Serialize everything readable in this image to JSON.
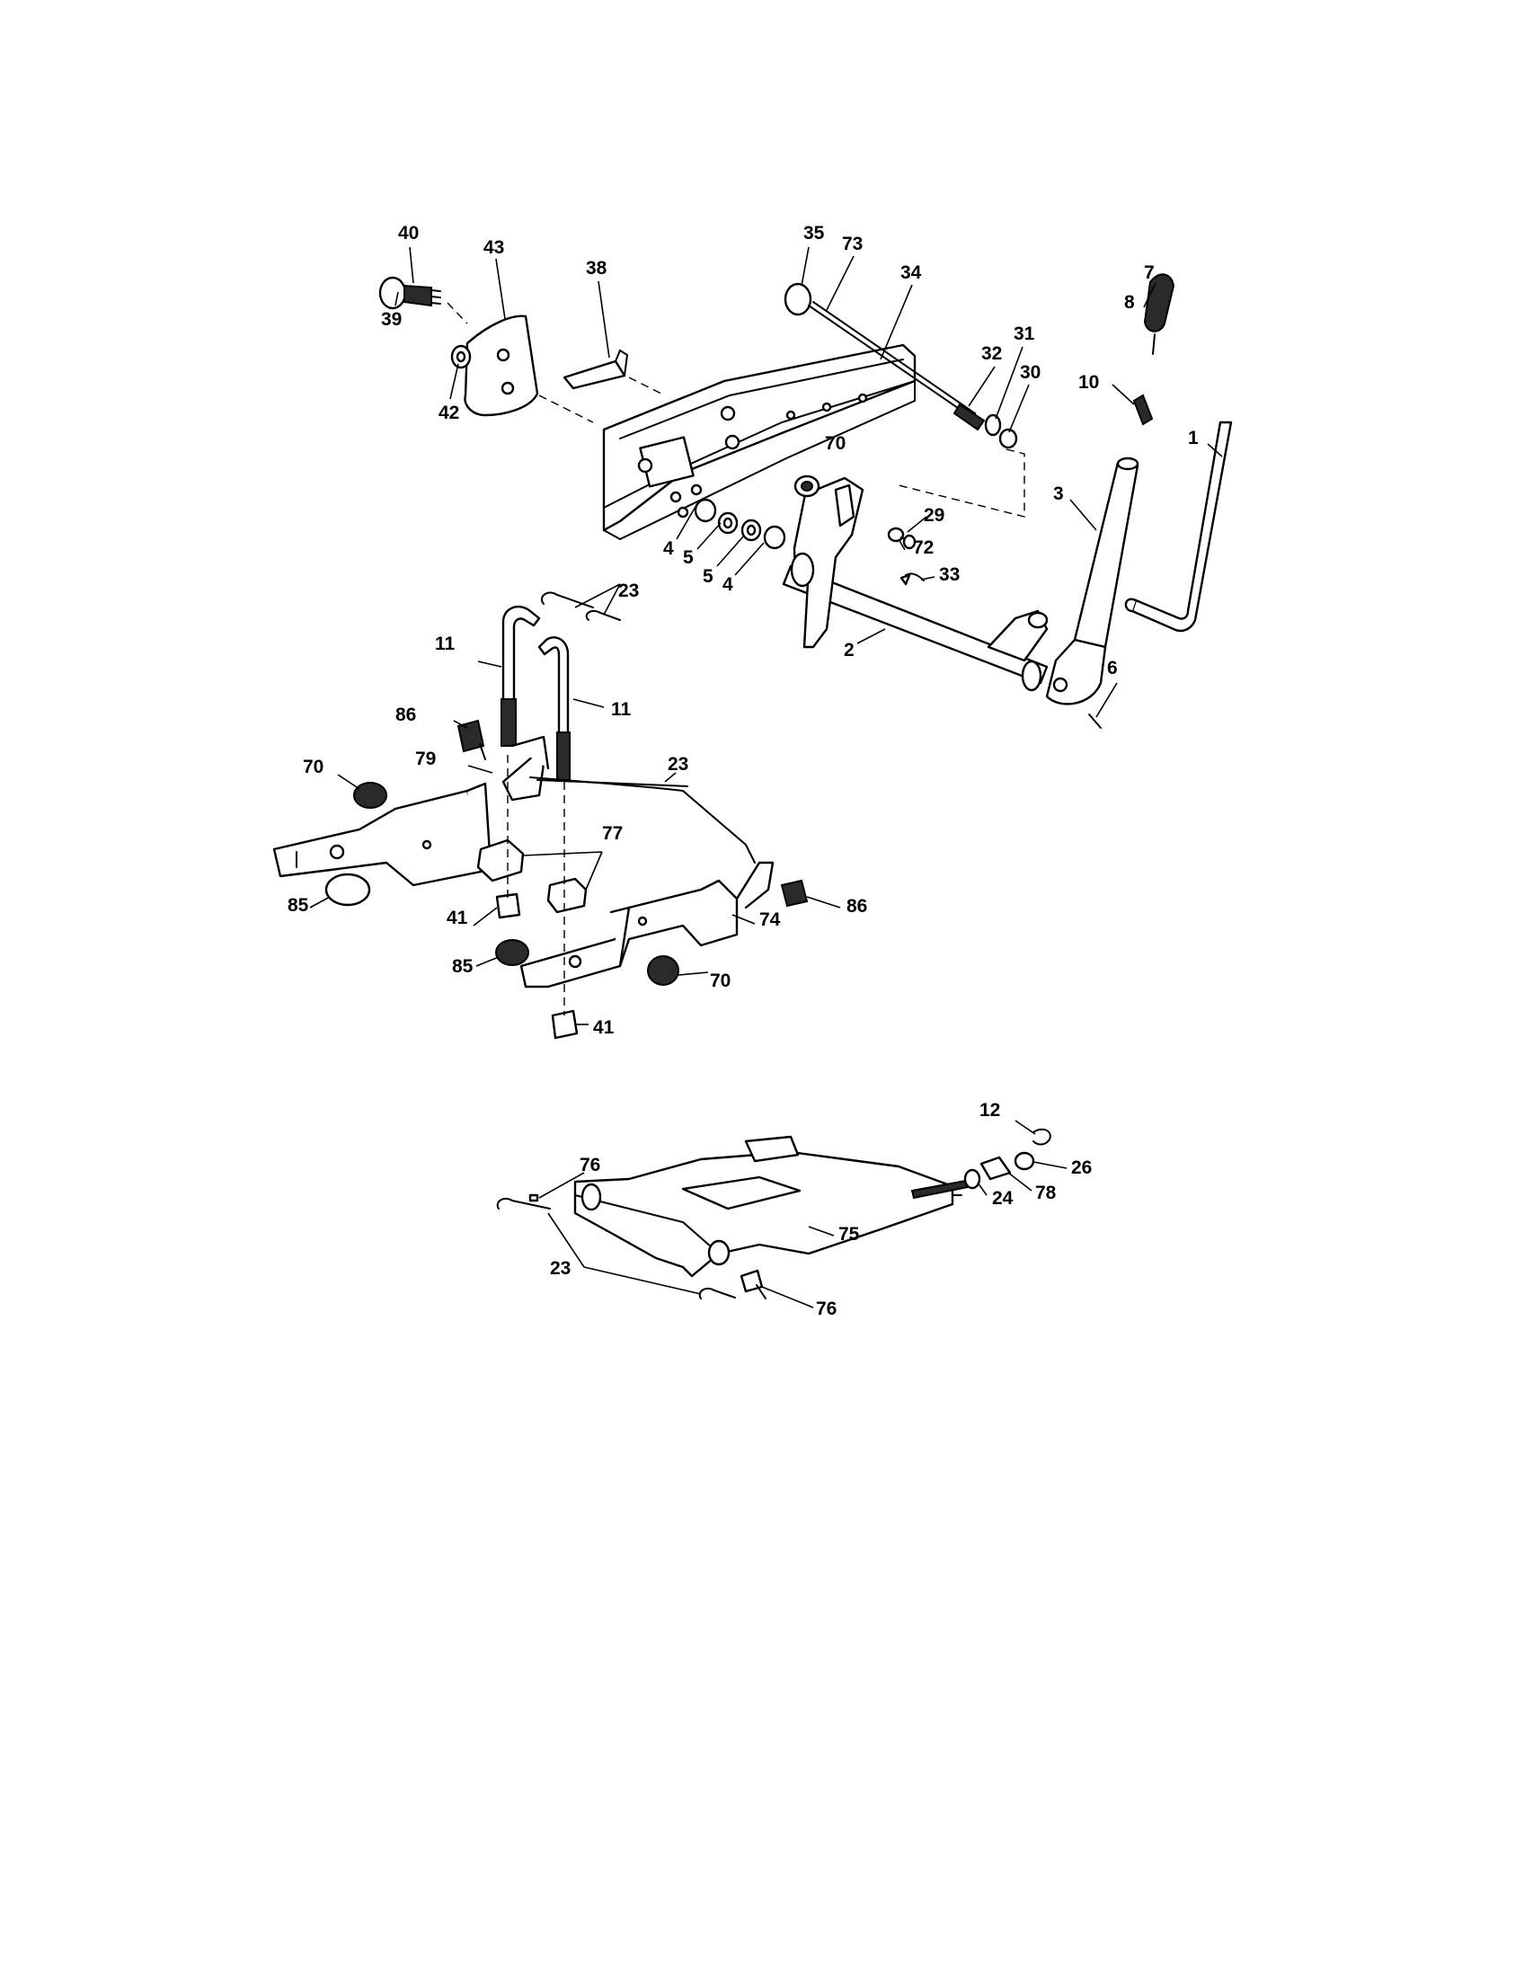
{
  "callouts": {
    "c40": "40",
    "c43": "43",
    "c38": "38",
    "c39": "39",
    "c42": "42",
    "c35": "35",
    "c73": "73",
    "c34": "34",
    "c7": "7",
    "c8": "8",
    "c32": "32",
    "c31": "31",
    "c30": "30",
    "c10": "10",
    "c1": "1",
    "c70a": "70",
    "c3": "3",
    "c29": "29",
    "c72": "72",
    "c33": "33",
    "c4a": "4",
    "c5a": "5",
    "c5b": "5",
    "c4b": "4",
    "c23a": "23",
    "c2": "2",
    "c11a": "11",
    "c11b": "11",
    "c6": "6",
    "c86a": "86",
    "c79": "79",
    "c70b": "70",
    "c23b": "23",
    "c77": "77",
    "c85a": "85",
    "c41a": "41",
    "c86b": "86",
    "c74": "74",
    "c85b": "85",
    "c70c": "70",
    "c41b": "41",
    "c12": "12",
    "c76a": "76",
    "c26": "26",
    "c78": "78",
    "c24": "24",
    "c75": "75",
    "c23c": "23",
    "c76b": "76"
  }
}
